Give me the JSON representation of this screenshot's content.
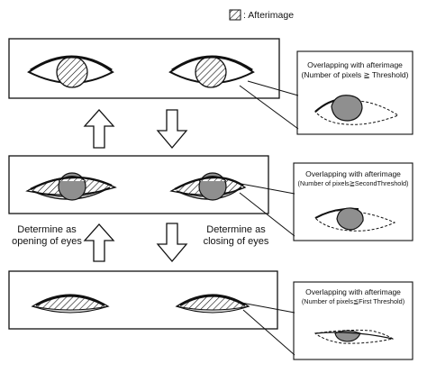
{
  "legend": {
    "symbol": "hatched-square-icon",
    "label": ": Afterimage"
  },
  "annotations": {
    "open_label_line1": "Determine as",
    "open_label_line2": "opening of eyes",
    "close_label_line1": "Determine as",
    "close_label_line2": "closing of eyes"
  },
  "insets": [
    {
      "title": "Overlapping with afterimage",
      "subtitle": "(Number of pixels ≧ Threshold)"
    },
    {
      "title": "Overlapping with afterimage",
      "subtitle": "(Number of pixels≧SecondThreshold)"
    },
    {
      "title": "Overlapping with afterimage",
      "subtitle": "(Number of pixels≦First Threshold)"
    }
  ],
  "colors": {
    "line": "#111111",
    "iris": "#8f8f8f",
    "background": "#ffffff"
  }
}
